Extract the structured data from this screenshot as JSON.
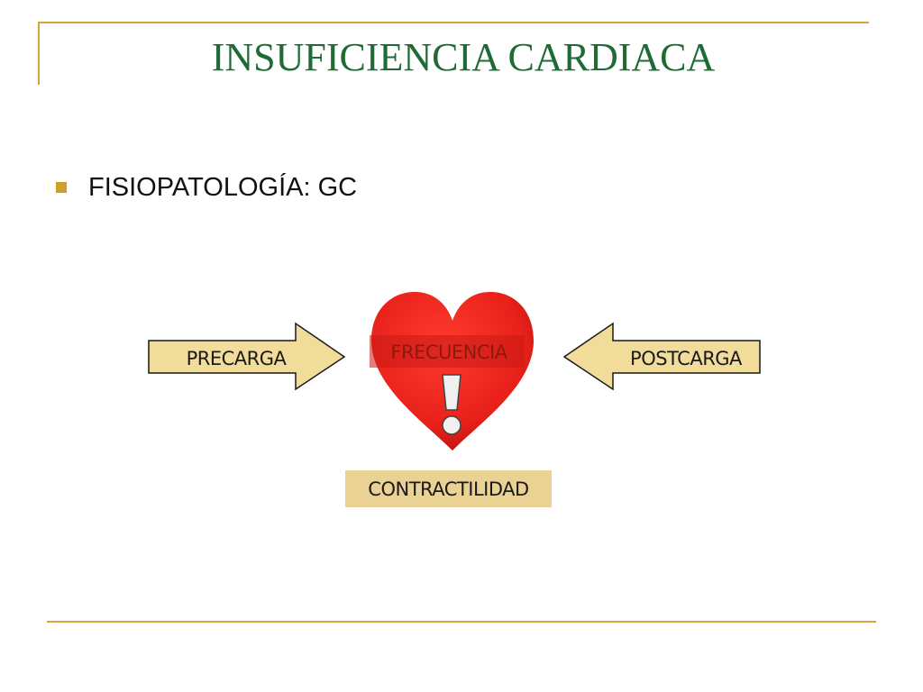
{
  "slide": {
    "title": "INSUFICIENCIA CARDIACA",
    "bullet": "FISIOPATOLOGÍA: GC"
  },
  "diagram": {
    "left_arrow_label": "PRECARGA",
    "heart_label": "FRECUENCIA",
    "right_arrow_label": "POSTCARGA",
    "bottom_label": "CONTRACTILIDAD"
  },
  "colors": {
    "title": "#1e6b35",
    "accent_line": "#d4a63a",
    "bullet": "#c9a227",
    "arrow_fill": "#f2dc9a",
    "box_fill": "#ead194",
    "heart": "#e8201a"
  },
  "icons": {
    "heart": "heart-icon",
    "alert": "exclamation-icon"
  }
}
